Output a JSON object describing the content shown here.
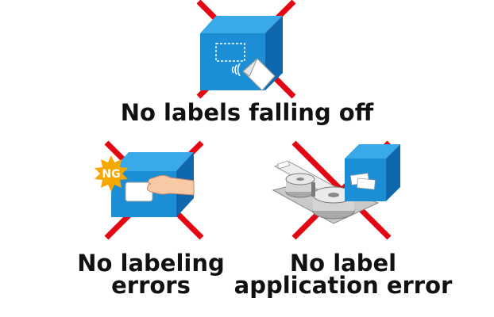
{
  "colors": {
    "box_front": "#1c8ed6",
    "box_top": "#3aa9ea",
    "box_side": "#0f67ad",
    "cross": "#e30613",
    "ng_badge": "#f5a800",
    "skin": "#f7c9a5",
    "machine": "#b9b9b9"
  },
  "captions": {
    "top": "No labels falling off",
    "left_line1": "No labeling",
    "left_line2": "errors",
    "right_line1": "No label",
    "right_line2": "application error"
  },
  "badge": {
    "text": "NG"
  },
  "icons": {
    "top": "box-label-peeling-icon",
    "left": "box-wrong-label-icon",
    "right": "label-applicator-machine-icon",
    "cross": "red-cross-icon"
  }
}
